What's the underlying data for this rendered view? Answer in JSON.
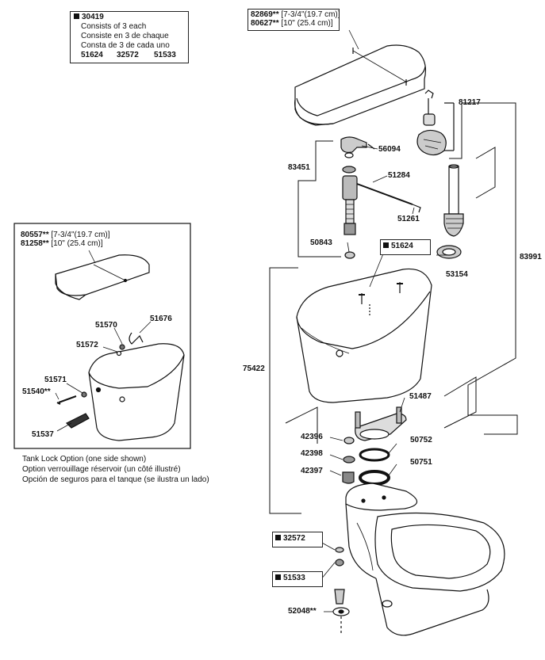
{
  "kit_box": {
    "number": "30419",
    "lines": [
      "Consists of 3 each",
      "Consiste en 3 de chaque",
      "Consta de 3 de cada uno"
    ],
    "parts": [
      "51624",
      "32572",
      "51533"
    ]
  },
  "main_lid": {
    "line1_num": "82869**",
    "line1_size": "[7-3/4\"(19.7 cm)]",
    "line2_num": "80627**",
    "line2_size": "[10\" (25.4 cm)]"
  },
  "inset_lid": {
    "line1_num": "80557**",
    "line1_size": "[7-3/4\"(19.7 cm)]",
    "line2_num": "81258**",
    "line2_size": "[10\" (25.4 cm)]"
  },
  "inset_caption": [
    "Tank Lock Option (one side shown)",
    "Option verrouillage réservoir (un côté illustré)",
    "Opción de seguros para el tanque (se ilustra un lado)"
  ],
  "labels": {
    "p81217": "81217",
    "p56094": "56094",
    "p83451": "83451",
    "p51284": "51284",
    "p51261": "51261",
    "p50843": "50843",
    "p51624": "51624",
    "p53154": "53154",
    "p83991": "83991",
    "p75422": "75422",
    "p51487": "51487",
    "p42396": "42396",
    "p50752": "50752",
    "p42398": "42398",
    "p42397": "42397",
    "p50751": "50751",
    "p32572": "32572",
    "p51533": "51533",
    "p52048": "52048**",
    "p51570": "51570",
    "p51676": "51676",
    "p51572": "51572",
    "p51571": "51571",
    "p51540": "51540**",
    "p51537": "51537"
  }
}
